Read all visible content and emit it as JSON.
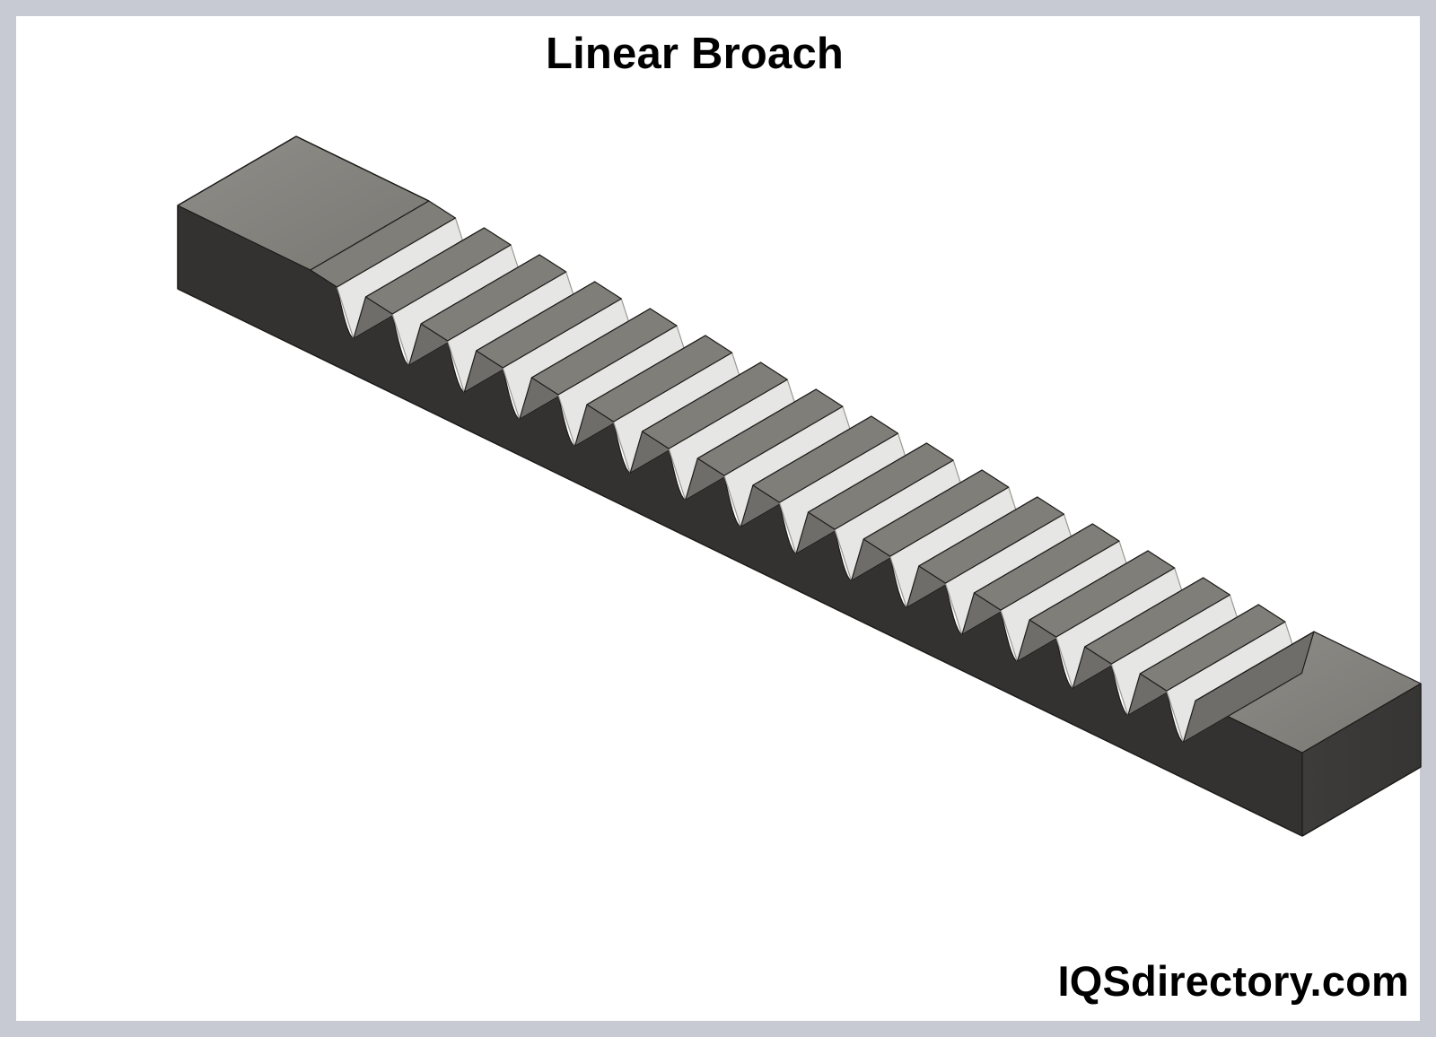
{
  "diagram": {
    "title": "Linear Broach",
    "watermark": "IQSdirectory.com",
    "teeth_count": 16,
    "colors": {
      "frame": "#c7cad3",
      "background": "#ffffff",
      "side_face": "#333231",
      "end_face": "#3b3a38",
      "top_face": "#8a8883",
      "tooth_land": "#807e79",
      "gullet_light": "#e6e6e4",
      "edge": "#1d1c1b"
    }
  }
}
